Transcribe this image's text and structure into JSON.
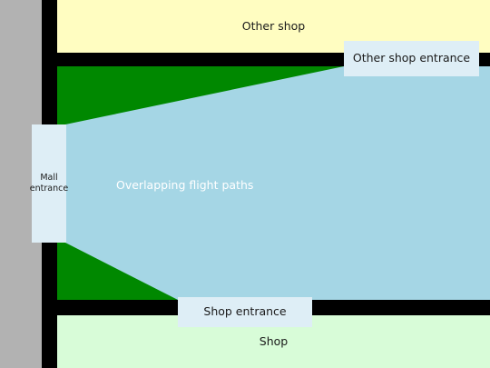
{
  "labels": {
    "other_shop": "Other shop",
    "other_shop_entrance": "Other shop entrance",
    "mall_entrance": "Mall\nentrance",
    "overlapping_flight_paths": "Overlapping flight paths",
    "shop_entrance": "Shop entrance",
    "shop": "Shop"
  },
  "colors": {
    "corridor_wall": "#000000",
    "left_wall": "#b2b2b2",
    "other_shop_fill": "#fffdc1",
    "shop_fill": "#d8fcd8",
    "open_floor": "#008800",
    "flight_paths": "#a5d6e5",
    "entrance_box": "#deeef6"
  }
}
